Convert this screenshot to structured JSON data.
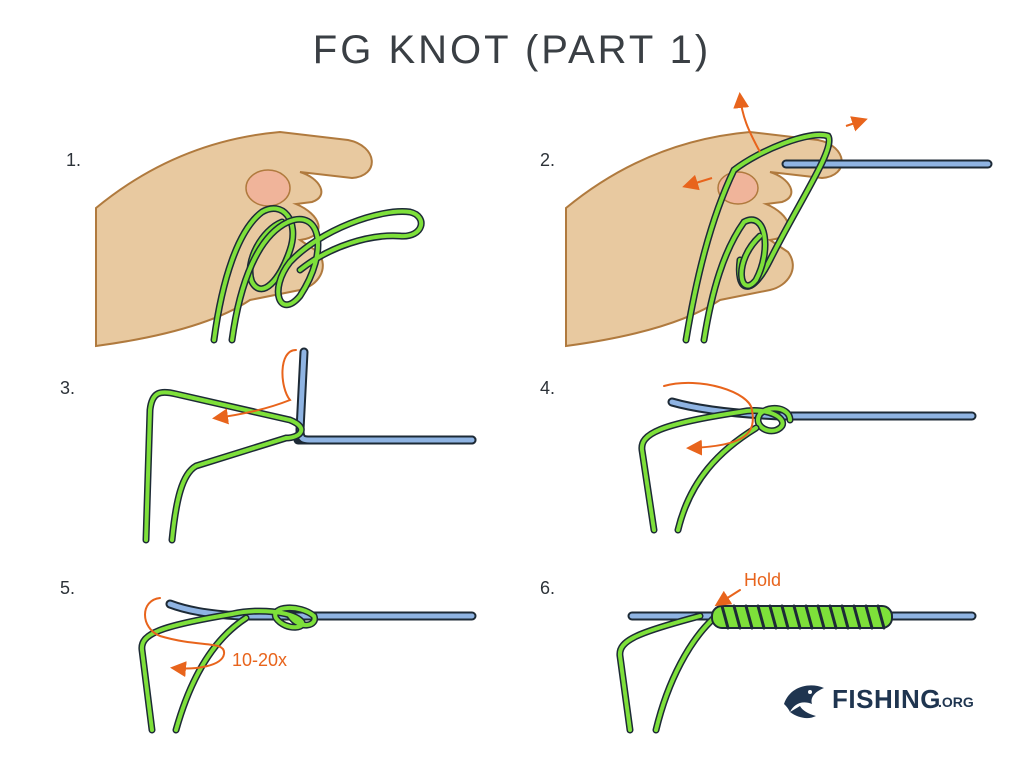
{
  "title": "FG KNOT (PART 1)",
  "steps": [
    {
      "number": "1."
    },
    {
      "number": "2."
    },
    {
      "number": "3."
    },
    {
      "number": "4."
    },
    {
      "number": "5."
    },
    {
      "number": "6."
    }
  ],
  "annotations": {
    "wraps": "10-20x",
    "hold": "Hold"
  },
  "logo": {
    "name": "FISHING",
    "suffix": ".ORG",
    "icon": "fish-icon"
  },
  "colors": {
    "braid": "#7ee03a",
    "leader": "#8fb4e3",
    "outline": "#1d2a36",
    "arrow": "#e8641c",
    "skin": "#e8c9a0",
    "skin_outline": "#b07a3e"
  }
}
